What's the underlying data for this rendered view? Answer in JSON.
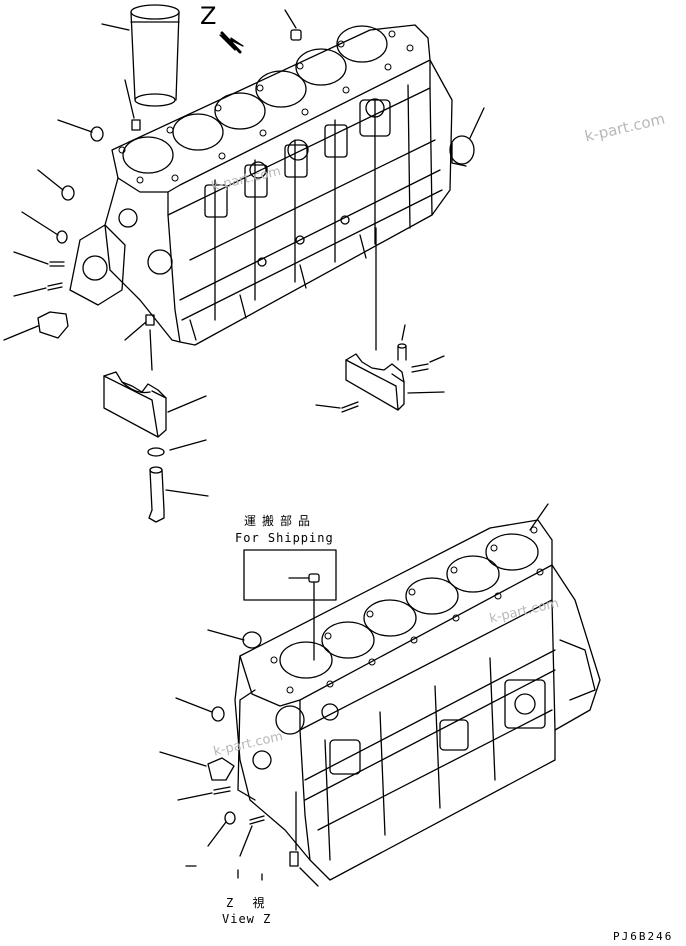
{
  "labels": {
    "view_letter": "Z",
    "shipping_jp": "運搬部品",
    "shipping_en": "For Shipping",
    "view_jp": "Z 視",
    "view_en": "View Z",
    "drawing_code": "PJ6B246"
  },
  "watermarks": [
    "k-part.com",
    "k-part.com",
    "k-part.com",
    "k-part.com"
  ],
  "colors": {
    "line": "#000000",
    "watermark": "#b8b8b8",
    "background": "#ffffff"
  }
}
